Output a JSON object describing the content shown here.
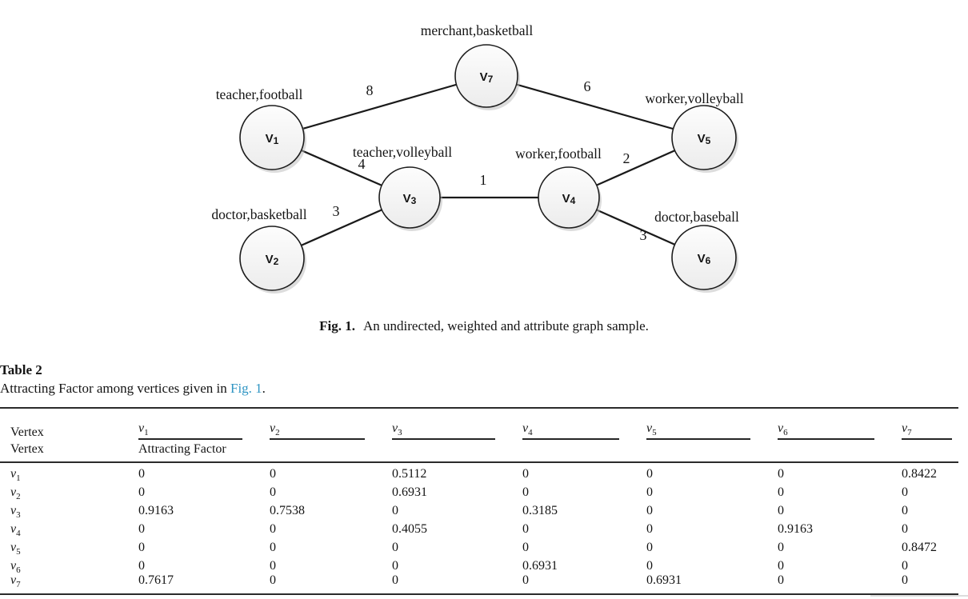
{
  "figure": {
    "caption_label": "Fig. 1.",
    "caption_text": "An undirected, weighted and attribute graph sample.",
    "graph": {
      "nodes": [
        {
          "id": "v1",
          "label": "V",
          "sub": "1",
          "attributes": "teacher,football"
        },
        {
          "id": "v2",
          "label": "V",
          "sub": "2",
          "attributes": "doctor,basketball"
        },
        {
          "id": "v3",
          "label": "V",
          "sub": "3",
          "attributes": "teacher,volleyball"
        },
        {
          "id": "v4",
          "label": "V",
          "sub": "4",
          "attributes": "worker,football"
        },
        {
          "id": "v5",
          "label": "V",
          "sub": "5",
          "attributes": "worker,volleyball"
        },
        {
          "id": "v6",
          "label": "V",
          "sub": "6",
          "attributes": "doctor,baseball"
        },
        {
          "id": "v7",
          "label": "V",
          "sub": "7",
          "attributes": "merchant,basketball"
        }
      ],
      "edges": [
        {
          "from": "v1",
          "to": "v7",
          "weight": "8"
        },
        {
          "from": "v7",
          "to": "v5",
          "weight": "6"
        },
        {
          "from": "v1",
          "to": "v3",
          "weight": "4"
        },
        {
          "from": "v3",
          "to": "v4",
          "weight": "1"
        },
        {
          "from": "v4",
          "to": "v5",
          "weight": "2"
        },
        {
          "from": "v2",
          "to": "v3",
          "weight": "3"
        },
        {
          "from": "v4",
          "to": "v6",
          "weight": "3"
        }
      ]
    }
  },
  "table": {
    "title": "Table 2",
    "caption": {
      "prefix": "Attracting Factor among vertices given in ",
      "link": "Fig. 1",
      "suffix": "."
    },
    "header": {
      "col_top": "Vertex",
      "col_bottom": "Vertex",
      "subheader": "Attracting Factor",
      "columns": [
        {
          "var": "v",
          "sub": "1"
        },
        {
          "var": "v",
          "sub": "2"
        },
        {
          "var": "v",
          "sub": "3"
        },
        {
          "var": "v",
          "sub": "4"
        },
        {
          "var": "v",
          "sub": "5"
        },
        {
          "var": "v",
          "sub": "6"
        },
        {
          "var": "v",
          "sub": "7"
        }
      ]
    },
    "rows": [
      {
        "var": "v",
        "sub": "1",
        "values": [
          "0",
          "0",
          "0.5112",
          "0",
          "0",
          "0",
          "0.8422"
        ]
      },
      {
        "var": "v",
        "sub": "2",
        "values": [
          "0",
          "0",
          "0.6931",
          "0",
          "0",
          "0",
          "0"
        ]
      },
      {
        "var": "v",
        "sub": "3",
        "values": [
          "0.9163",
          "0.7538",
          "0",
          "0.3185",
          "0",
          "0",
          "0"
        ]
      },
      {
        "var": "v",
        "sub": "4",
        "values": [
          "0",
          "0",
          "0.4055",
          "0",
          "0",
          "0.9163",
          "0"
        ]
      },
      {
        "var": "v",
        "sub": "5",
        "values": [
          "0",
          "0",
          "0",
          "0",
          "0",
          "0",
          "0.8472"
        ]
      },
      {
        "var": "v",
        "sub": "6",
        "values": [
          "0",
          "0",
          "0",
          "0.6931",
          "0",
          "0",
          "0"
        ]
      },
      {
        "var": "v",
        "sub": "7",
        "values": [
          "0.7617",
          "0",
          "0",
          "0",
          "0.6931",
          "0",
          "0"
        ]
      }
    ]
  },
  "colors": {
    "link_blue": "#2f95c3",
    "text": "#141414"
  }
}
